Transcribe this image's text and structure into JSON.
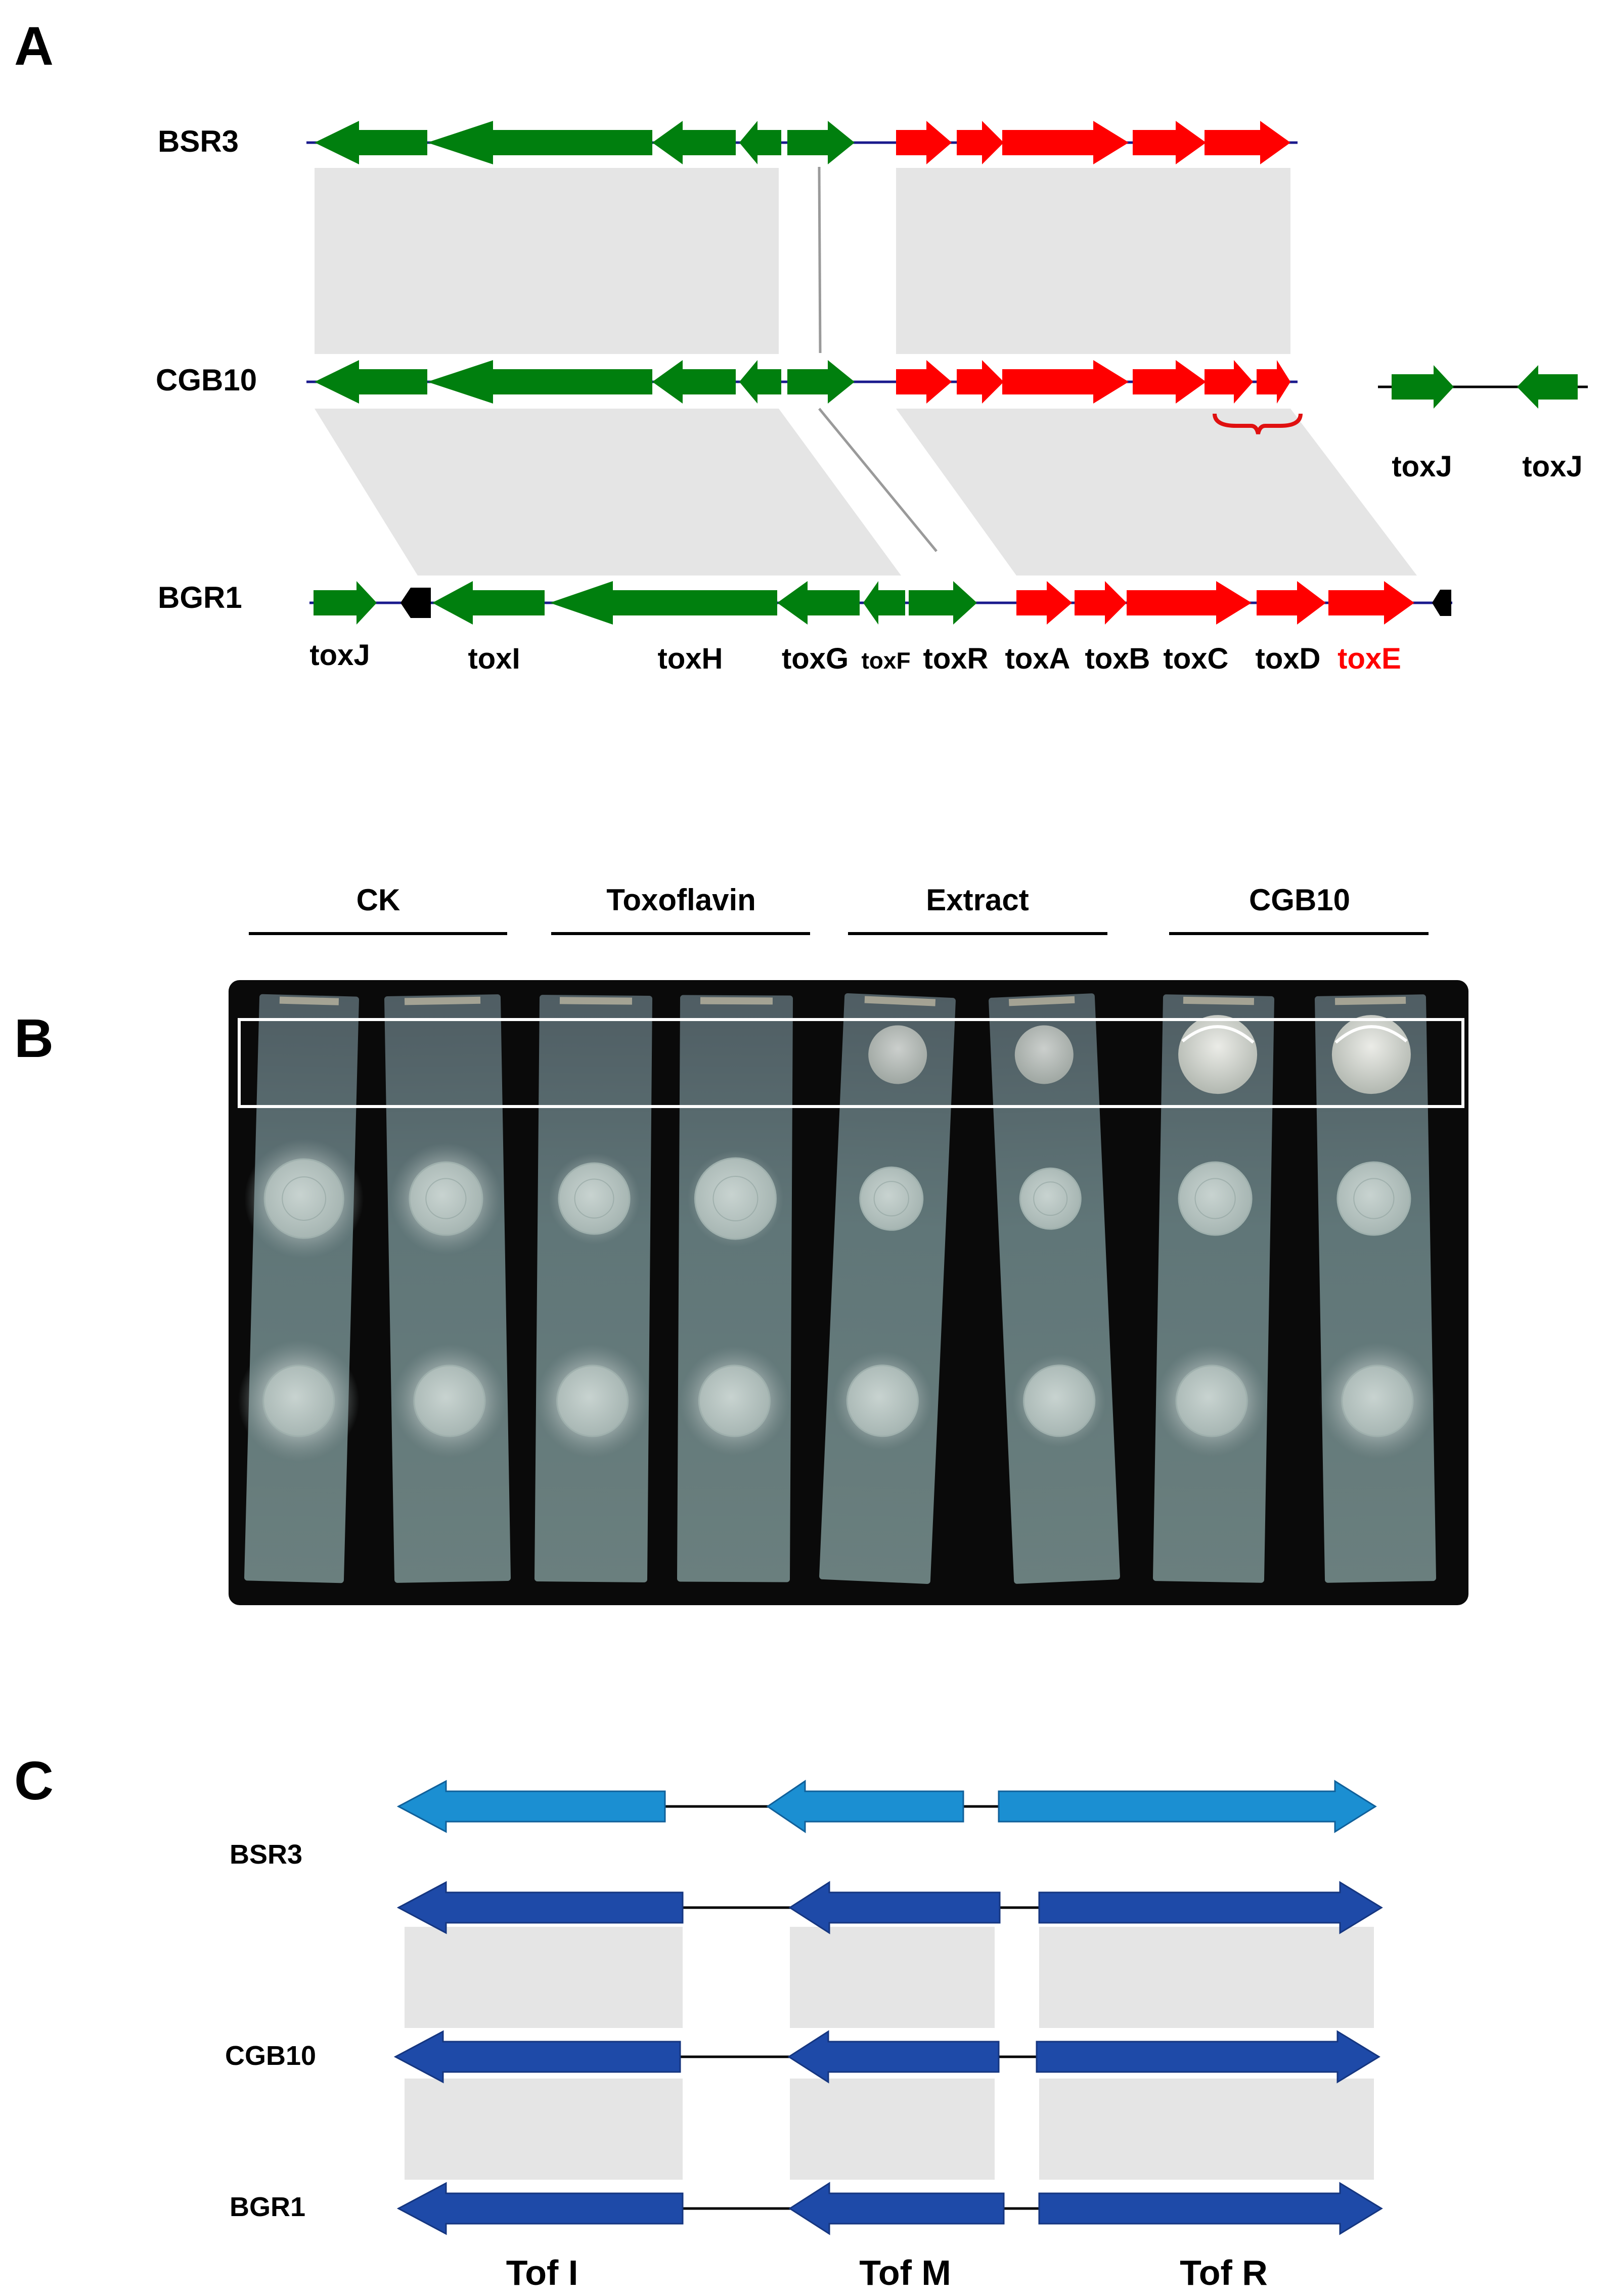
{
  "panels": {
    "a": {
      "letter": "A",
      "rows": [
        {
          "label": "BSR3"
        },
        {
          "label": "CGB10"
        },
        {
          "label": "BGR1"
        }
      ],
      "extra_labels": [
        "toxJ",
        "toxJ"
      ],
      "gene_labels": [
        "toxJ",
        "toxI",
        "toxH",
        "toxG",
        "toxF",
        "toxR",
        "toxA",
        "toxB",
        "toxC",
        "toxD",
        "toxE"
      ],
      "highlight_gene": "toxE"
    },
    "b": {
      "letter": "B",
      "groups": [
        "CK",
        "Toxoflavin",
        "Extract",
        "CGB10"
      ]
    },
    "c": {
      "letter": "C",
      "rows": [
        {
          "label": "BSR3"
        },
        {
          "label": "CGB10"
        },
        {
          "label": "BGR1"
        }
      ],
      "gene_labels": [
        "Tof I",
        "Tof M",
        "Tof R"
      ]
    }
  },
  "colors": {
    "tox_green": "#007f0e",
    "tox_red": "#ff0000",
    "black_gene": "#000000",
    "homology_grey": "#e5e5e5",
    "backbone_blue": "#1a1a8c",
    "tof_light": "#1b8fd2",
    "tof_dark": "#1e4aa8",
    "brace_red": "#e01010",
    "plate_bg": "#0a0a0a",
    "strip_fill": "#5f7576",
    "frame_white": "#ffffff"
  }
}
